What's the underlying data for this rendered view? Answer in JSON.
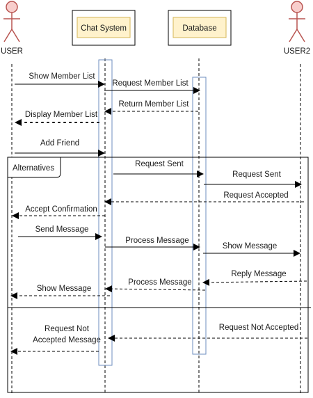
{
  "actors": {
    "user": "USER",
    "user2": "USER2"
  },
  "participants": {
    "chat_system": "Chat System",
    "database": "Database"
  },
  "fragment": {
    "label": "Alternatives"
  },
  "messages": {
    "show_member_list": "Show Member List",
    "request_member_list": "Request Member List",
    "return_member_list": "Return Member List",
    "display_member_list": "Display Member List",
    "add_friend": "Add Friend",
    "request_sent_1": "Request Sent",
    "request_sent_2": "Request Sent",
    "request_accepted": "Request Accepted",
    "accept_confirmation": "Accept Confirmation",
    "send_message": "Send Message",
    "process_message_1": "Process Message",
    "show_message_1": "Show Message",
    "reply_message": "Reply Message",
    "process_message_2": "Process Message",
    "show_message_2": "Show Message",
    "request_not_accepted": "Request Not Accepted",
    "request_not_accepted_msg_line1": "Request Not",
    "request_not_accepted_msg_line2": "Accepted Message"
  },
  "colors": {
    "participant_fill": "#fff2cc",
    "participant_border": "#d6b656",
    "actor_fill": "#f8cecc",
    "actor_stroke": "#b85450",
    "activation_border": "#6c8ebf",
    "line": "#000000"
  }
}
